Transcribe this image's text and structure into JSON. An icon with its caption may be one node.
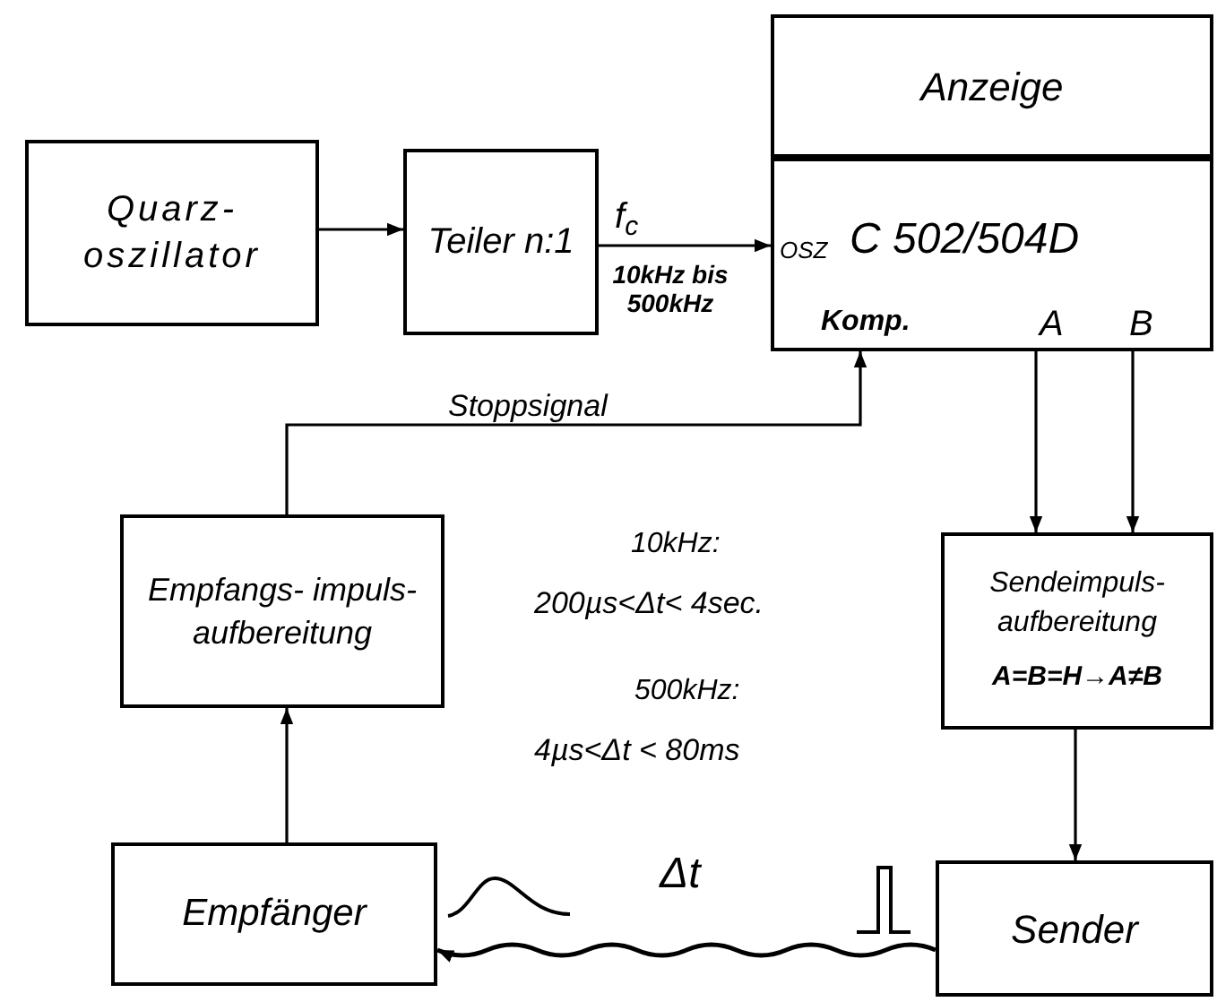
{
  "diagram": {
    "nodes": [
      {
        "text": [
          "Quarz- oszillator"
        ]
      },
      {
        "text": [
          "Teiler n:1"
        ]
      },
      {
        "text": [
          "Anzeige"
        ]
      },
      {
        "text": [
          "OSZ",
          "C 502/504D",
          "Komp.",
          "A",
          "B"
        ]
      },
      {
        "text": [
          "Empfangs- impuls- aufbereitung"
        ]
      },
      {
        "text": [
          "Sendeimpuls- aufbereitung",
          "A=B=H→A≠B"
        ]
      },
      {
        "text": [
          "Empfänger"
        ]
      },
      {
        "text": [
          "Sender"
        ]
      }
    ],
    "edges": [
      {
        "from": 0,
        "to": 1,
        "arrow": "to"
      },
      {
        "from": 1,
        "to": 3,
        "arrow": "to",
        "label": "f$_{c}$"
      },
      {
        "from": 4,
        "to": 3,
        "arrow": "to",
        "label": "Stoppsignal"
      },
      {
        "from": 3,
        "to": 5,
        "arrow": "to"
      },
      {
        "from": 3,
        "to": 5,
        "arrow": "to"
      },
      {
        "from": 5,
        "to": 7,
        "arrow": "to"
      },
      {
        "from": 7,
        "to": 6,
        "arrow": "to",
        "label": "Δt"
      },
      {
        "from": 6,
        "to": 4,
        "arrow": "to"
      }
    ],
    "labels": [
      "10kHz bis 500kHz",
      "10kHz:",
      "200µs<Δt< 4sec.",
      "500kHz:",
      "4µs<Δt < 80ms"
    ]
  }
}
